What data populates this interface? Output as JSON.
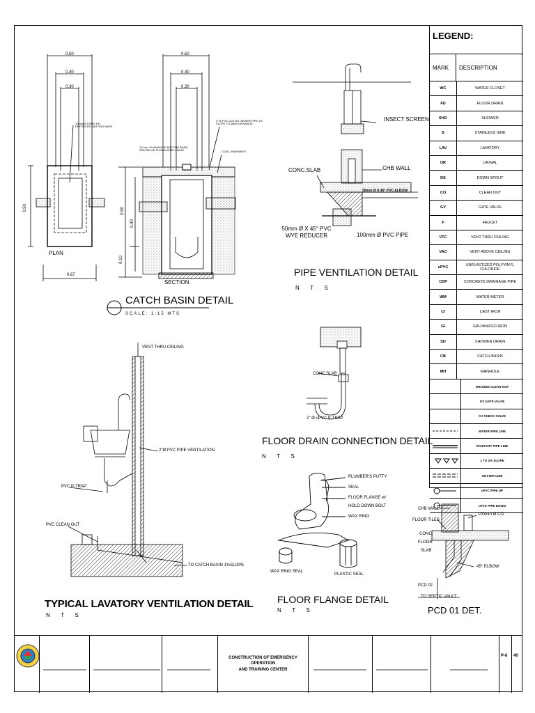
{
  "legend": {
    "title": "LEGEND:",
    "mark_header": "MARK",
    "description_header": "DESCRIPTION",
    "rows": [
      {
        "mark": "WC",
        "description": "WATER CLOSET"
      },
      {
        "mark": "FD",
        "description": "FLOOR DRAIN"
      },
      {
        "mark": "SHO",
        "description": "SHOWER"
      },
      {
        "mark": "S",
        "description": "STAINLESS SINK"
      },
      {
        "mark": "LAV",
        "description": "LAVATORY"
      },
      {
        "mark": "UR",
        "description": "URINAL"
      },
      {
        "mark": "DS",
        "description": "DOWN SPOUT"
      },
      {
        "mark": "CO",
        "description": "CLEAN OUT"
      },
      {
        "mark": "GV",
        "description": "GATE VALVE"
      },
      {
        "mark": "F",
        "description": "FAUCET"
      },
      {
        "mark": "VTC",
        "description": "VENT THRU CEILING"
      },
      {
        "mark": "VAC",
        "description": "VENT ABOVE CEILING"
      },
      {
        "mark": "uPVC",
        "description": "UNPLASTIZED POLYVINYL CHLORIDE"
      },
      {
        "mark": "CDP",
        "description": "CONCRETE DRAINAGE PIPE"
      },
      {
        "mark": "WM",
        "description": "WATER METER"
      },
      {
        "mark": "CI",
        "description": "CAST IRON"
      },
      {
        "mark": "GI",
        "description": "GALVANIZED IRON"
      },
      {
        "mark": "SD",
        "description": "SHOWER DRAIN"
      },
      {
        "mark": "CB",
        "description": "CATCH BASIN"
      },
      {
        "mark": "MH",
        "description": "MANHOLE"
      }
    ],
    "symbol_rows": [
      {
        "symbol": "",
        "description": "GROUND CLEAN OUT"
      },
      {
        "symbol": "",
        "description": "GV GATE VALVE"
      },
      {
        "symbol": "",
        "description": "CV CHECK VALVE"
      },
      {
        "symbol": "dashed",
        "description": "WATER PIPE LINE"
      },
      {
        "symbol": "solid",
        "description": "SANITARY PIPE LINE"
      },
      {
        "symbol": "slope",
        "description": "1 TO 2% SLOPE"
      },
      {
        "symbol": "gutter",
        "description": "GUTTER LINE"
      },
      {
        "symbol": "pipe-up",
        "description": "uPVC PIPE UP"
      },
      {
        "symbol": "pipe-down",
        "description": "uPVC PIPE DOWN"
      }
    ]
  },
  "catch_basin": {
    "title": "CATCH BASIN DETAIL",
    "scale": "SCALE:      1:15      MTS",
    "plan_label": "PLAN",
    "section_label": "SECTION",
    "dims_top": [
      "0.50",
      "0.40",
      "0.30"
    ],
    "dims_top_right": [
      "0.50",
      "0.40",
      "0.30"
    ],
    "dim_side": "0.50",
    "dim_side_right": "0.50",
    "dim_side_right_2": "0.40",
    "dim_side_right_3": "0.10",
    "dim_bottom": "0.67",
    "note_grating": "10mm Ø STEEL RE-ENFORCED MATTING BARS",
    "note_manhole": "10 mm. Ø MANHOLE MATTING BARS SPACED AS SHOWN WITH ANGLE",
    "note_outlet": "4\" Ø PVC OUTLET SEWER PIPE 1% SLOPE TO MAIN DRAINAGE",
    "note_pavement": "CONC. PAVEMENT"
  },
  "pipe_vent": {
    "title": "PIPE VENTILATION DETAIL",
    "nts": "N       T       S",
    "insect_screen": "INSECT SCREEN",
    "conc_slab": "CONC.SLAB",
    "chb_wall": "CHB WALL",
    "elbow": "50mm Ø  X 45° PVC ELBOW",
    "wye": "50mm Ø  X 45° PVC WYE REDUCER",
    "pipe": "100mm Ø PVC PIPE"
  },
  "floor_drain": {
    "title": "FLOOR DRAIN CONNECTION DETAIL",
    "nts": "N       T       S",
    "conc_slab": "CONC.SLAB",
    "ptrap": "2\" Ø uPVC P-TRAP"
  },
  "lavatory": {
    "title": "TYPICAL LAVATORY VENTILATION DETAIL",
    "nts": "N       T       S",
    "vent": "VENT THRU CEILING",
    "vent_pipe": "2\"Ø PVC PIPE VENTILATION",
    "ptrap": "PVC P-TRAP",
    "cleanout": "PVC CLEAN OUT",
    "to_cb": "TO CATCH BASIN 1%SLOPE"
  },
  "floor_flange": {
    "title": "FLOOR FLANGE DETAIL",
    "nts": "N       T       S",
    "putty": "PLUMBER'S PUTTY",
    "seal": "SEAL",
    "flange": "FLOOR FLANGE w/",
    "bolt": "HOLD DOWN BOLT",
    "wax_ring": "WAX RING",
    "wax_ring_seal": "WAX RING SEAL",
    "plastic_seal": "PLASTIC SEAL"
  },
  "pcd": {
    "title": "PCD 01 DET.",
    "chb_wall": "CHB WALL",
    "floor_tiles": "FLOOR TILES",
    "conc_floor_slab": [
      "CONC.",
      "FLOOR",
      "SLAB"
    ],
    "co": "100mm Ø CO",
    "elbow": "45° ELBOW",
    "pcd02": "PCD 02",
    "septic": "TO SEPTIC VAULT"
  },
  "titleblock": {
    "project": [
      "CONSTRUCTION OF EMERGENCY OPERATION",
      "AND TRAINING CENTER"
    ],
    "sheet_code": "P-8",
    "sheet_no": "40"
  }
}
